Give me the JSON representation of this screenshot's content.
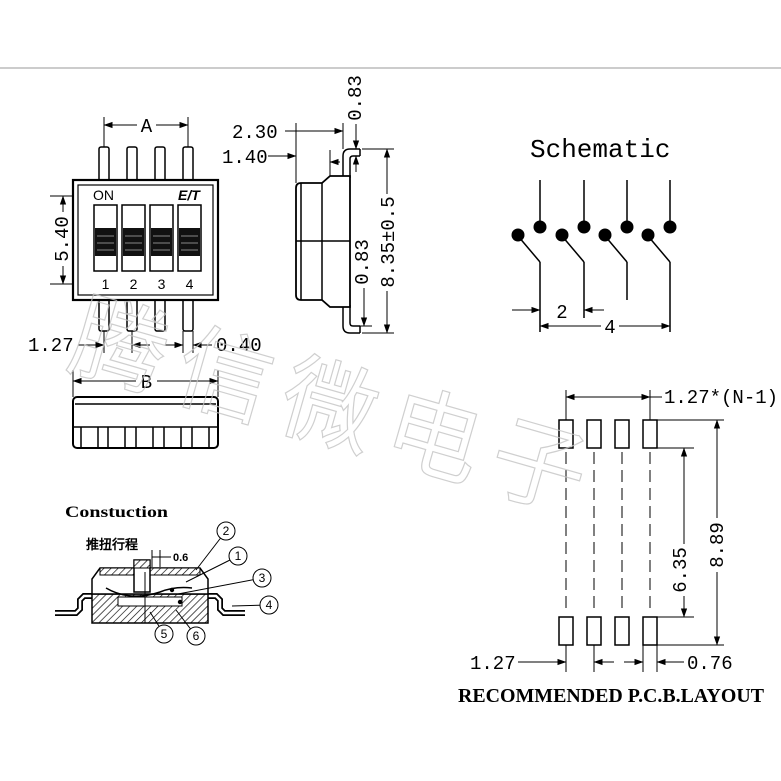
{
  "watermark": "腾信微电子",
  "front_view": {
    "dim_a": "A",
    "dim_height": "5.40",
    "on_label": "ON",
    "brand": "E/T",
    "switch_numbers": [
      "1",
      "2",
      "3",
      "4"
    ],
    "dim_pitch": "1.27",
    "dim_pin_width": "0.40"
  },
  "bottom_view": {
    "dim_b": "B"
  },
  "side_view": {
    "dim_width": "2.30",
    "dim_step": "1.40",
    "dim_lead_top": "0.83",
    "dim_overall": "8.35±0.5",
    "dim_lead_mid": "0.83"
  },
  "schematic": {
    "title": "Schematic",
    "dim_pitch": "2",
    "dim_span": "4"
  },
  "pcb_layout": {
    "dim_span": "1.27*(N-1)",
    "dim_inner": "6.35",
    "dim_outer": "8.89",
    "dim_pitch": "1.27",
    "dim_pad_width": "0.76",
    "caption": "RECOMMENDED P.C.B.LAYOUT"
  },
  "construction": {
    "title": "Constuction",
    "travel_label": "推扭行程",
    "travel_value": "0.6",
    "callouts": [
      "1",
      "2",
      "3",
      "4",
      "5",
      "6"
    ]
  }
}
